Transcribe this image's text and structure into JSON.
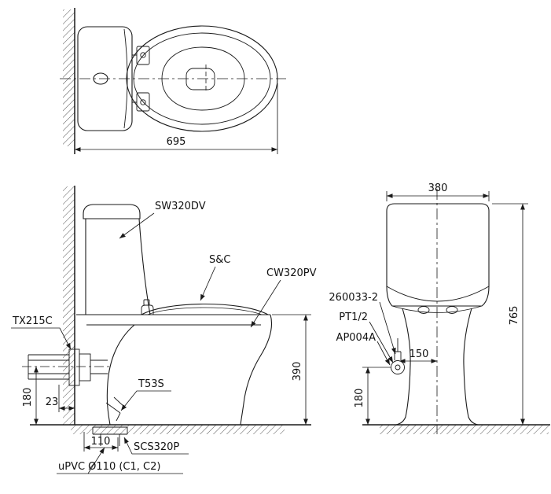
{
  "page": {
    "background": "#ffffff",
    "line_color": "#1a1a1a"
  },
  "top_view": {
    "dims": {
      "width": "695"
    }
  },
  "side_view": {
    "labels": {
      "tank": "SW320DV",
      "seat_cover": "S&C",
      "bowl": "CW320PV",
      "flush_valve": "TX215C",
      "trap_adapter": "T53S",
      "floor_flange": "SCS320P",
      "drain_pipe": "uPVC Ø110 (C1, C2)"
    },
    "dims": {
      "rim_height": "390",
      "supply_height": "180",
      "supply_offset": "23",
      "outlet_offset": "110"
    }
  },
  "front_view": {
    "labels": {
      "connector": "260033-2",
      "thread": "PT1/2",
      "stop_valve": "AP004A"
    },
    "dims": {
      "tank_width": "380",
      "total_height": "765",
      "valve_to_center": "150",
      "valve_height": "180"
    }
  }
}
